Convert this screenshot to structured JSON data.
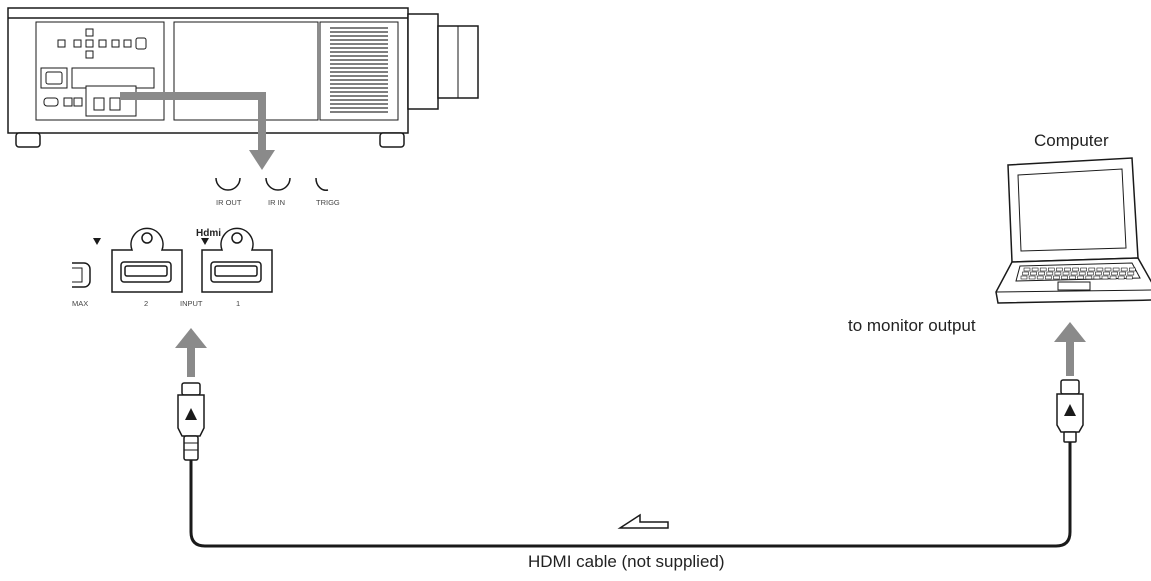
{
  "labels": {
    "computer": "Computer",
    "monitor_output": "to monitor output",
    "cable": "HDMI cable (not supplied)"
  },
  "panel": {
    "hdmi_logo": "Hdmi",
    "input": "INPUT",
    "port_2": "2",
    "port_1": "1",
    "max": "MAX",
    "ir_out": "IR OUT",
    "ir_in": "IR IN",
    "trigger": "TRIGG"
  },
  "colors": {
    "line": "#1a1a1a",
    "arrow_gray": "#8a8a8a",
    "vent": "#555555"
  },
  "icons": {
    "signal_direction": "hollow-arrow-left-icon",
    "plug_direction": "triangle-up-icon"
  }
}
